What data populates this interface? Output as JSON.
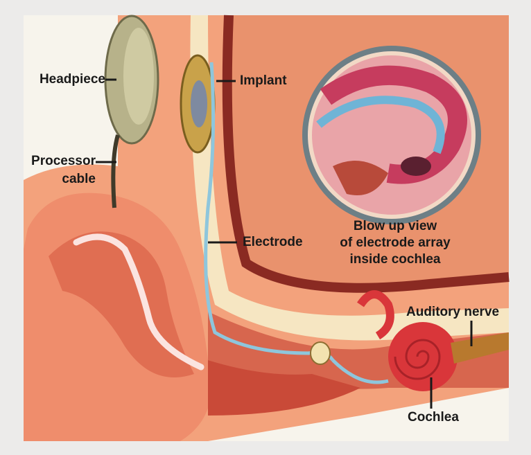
{
  "labels": {
    "headpiece": "Headpiece",
    "processor_cable_line1": "Processor",
    "processor_cable_line2": "cable",
    "implant": "Implant",
    "blowup_line1": "Blow up view",
    "blowup_line2": "of electrode array",
    "blowup_line3": "inside cochlea",
    "electrode": "Electrode",
    "auditory_nerve": "Auditory nerve",
    "cochlea": "Cochlea"
  },
  "colors": {
    "background": "#ecebea",
    "skin": "#f3a27c",
    "skin_dark": "#e07a5a",
    "flesh_red": "#c83a2e",
    "bone": "#f6e6c2",
    "headpiece": "#b7b28a",
    "implant_gold": "#c9a24a",
    "electrode_blue": "#8ec6dc",
    "cochlea_red": "#d9363a",
    "nerve": "#b8792e"
  }
}
